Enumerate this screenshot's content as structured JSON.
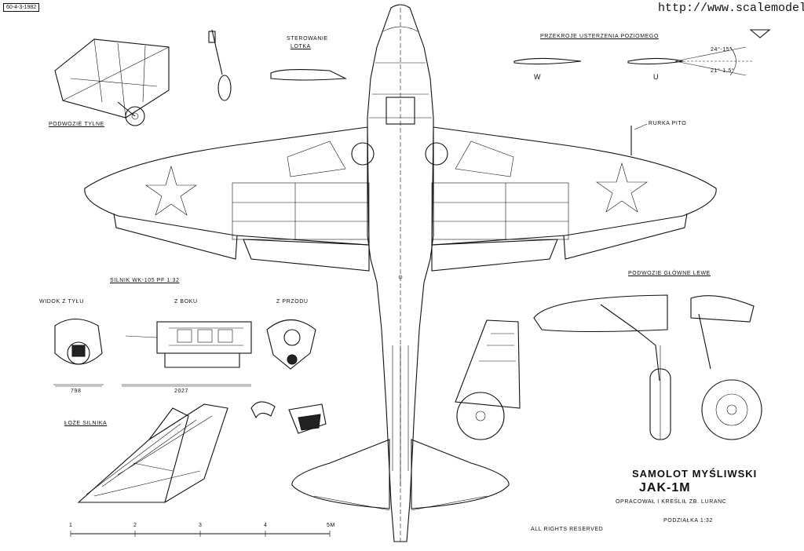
{
  "watermark": "http://www.scalemodels.ru",
  "drawing_id": "60-4-3-1982",
  "labels": {
    "tail_gear": "PODWOZIE TYLNE",
    "aileron_control": [
      "STEROWANIE",
      "LOTKA"
    ],
    "tailplane_sections": "PRZEKROJE USTERZENIA POZIOMEGO",
    "section_w": "W",
    "section_u": "U",
    "angle_top": "24°-15°",
    "angle_bottom": "21°-1.5°",
    "pitot": "RURKA PITO",
    "engine": "SILNIK WK-105 PF 1:32",
    "rear_view": "WIDOK Z TYŁU",
    "side_view": "Z BOKU",
    "front_view": "Z PRZODU",
    "dim_798": "798",
    "dim_2027": "2027",
    "engine_mount": "ŁOŻE SILNIKA",
    "main_gear": "PODWOZIE GŁÓWNE LEWE"
  },
  "title": {
    "line1": "SAMOLOT MYŚLIWSKI",
    "line2": "JAK-1M",
    "line3": "OPRACOWAŁ I KREŚLIŁ ZB. LURANC",
    "scale": "PODZIAŁKA 1:32",
    "rights": "ALL RIGHTS RESERVED"
  },
  "scale_bar": [
    "1",
    "2",
    "3",
    "4",
    "5m"
  ]
}
